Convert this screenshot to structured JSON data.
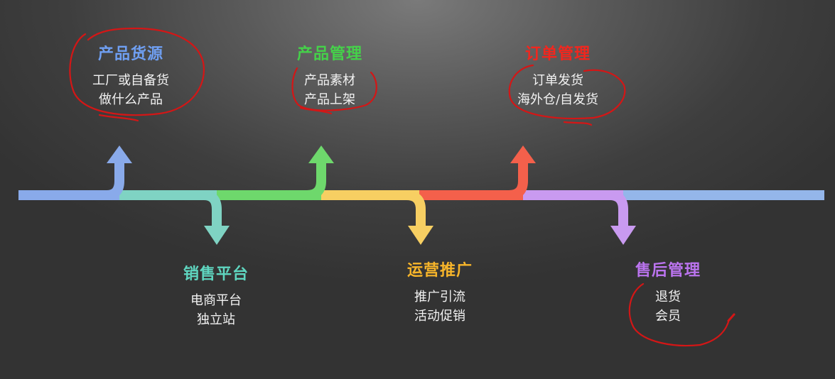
{
  "stages": [
    {
      "title": "产品货源",
      "lines": [
        "工厂或自备货",
        "做什么产品"
      ],
      "color": "#89aaea",
      "direction": "up"
    },
    {
      "title": "销售平台",
      "lines": [
        "电商平台",
        "独立站"
      ],
      "color": "#7fd3c3",
      "direction": "down"
    },
    {
      "title": "产品管理",
      "lines": [
        "产品素材",
        "产品上架"
      ],
      "color": "#6ed86c",
      "direction": "up"
    },
    {
      "title": "运营推广",
      "lines": [
        "推广引流",
        "活动促销"
      ],
      "color": "#f7cf62",
      "direction": "down"
    },
    {
      "title": "订单管理",
      "lines": [
        "订单发货",
        "海外仓/自发货"
      ],
      "color": "#f4604b",
      "direction": "up"
    },
    {
      "title": "售后管理",
      "lines": [
        "退货",
        "会员"
      ],
      "color": "#c99af0",
      "direction": "down"
    }
  ],
  "colors": {
    "timeline_base": "#94b6ea",
    "annotation_ink": "#d41616",
    "title_source": "#6f9ff2",
    "title_platform": "#5fd6c0",
    "title_product": "#45d14a",
    "title_marketing": "#f7b52a",
    "title_order": "#f2261e",
    "title_aftersale": "#bb74ef"
  }
}
